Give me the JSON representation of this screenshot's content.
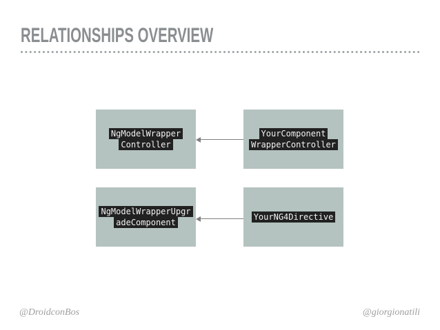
{
  "slide": {
    "title": "RELATIONSHIPS OVERVIEW",
    "footer": {
      "left": "@DroidconBos",
      "right": "@giorgionatili"
    }
  },
  "diagram": {
    "boxes": [
      {
        "name": "ngmodelwrapper-controller",
        "lines": [
          "NgModelWrapper",
          "Controller"
        ]
      },
      {
        "name": "yourcomponent-wrappercontroller",
        "lines": [
          "YourComponent",
          "WrapperController"
        ]
      },
      {
        "name": "ngmodelwrapperupgrade-component",
        "lines": [
          "NgModelWrapperUpgr",
          "adeComponent"
        ]
      },
      {
        "name": "yourng4directive",
        "lines": [
          "YourNG4Directive"
        ]
      }
    ],
    "relationships": [
      {
        "from": "YourComponentWrapperController",
        "to": "NgModelWrapperController",
        "direction": "left"
      },
      {
        "from": "YourNG4Directive",
        "to": "NgModelWrapperUpgradeComponent",
        "direction": "left"
      }
    ],
    "colors": {
      "box_bg": "#b4c3c0",
      "code_bg": "#212121",
      "code_text": "#f2f2f2",
      "arrow": "#7f7f7f",
      "title_text": "#8a8e90",
      "footer_text": "#9e9e9e",
      "divider_dots": "#9aa0a2"
    }
  }
}
